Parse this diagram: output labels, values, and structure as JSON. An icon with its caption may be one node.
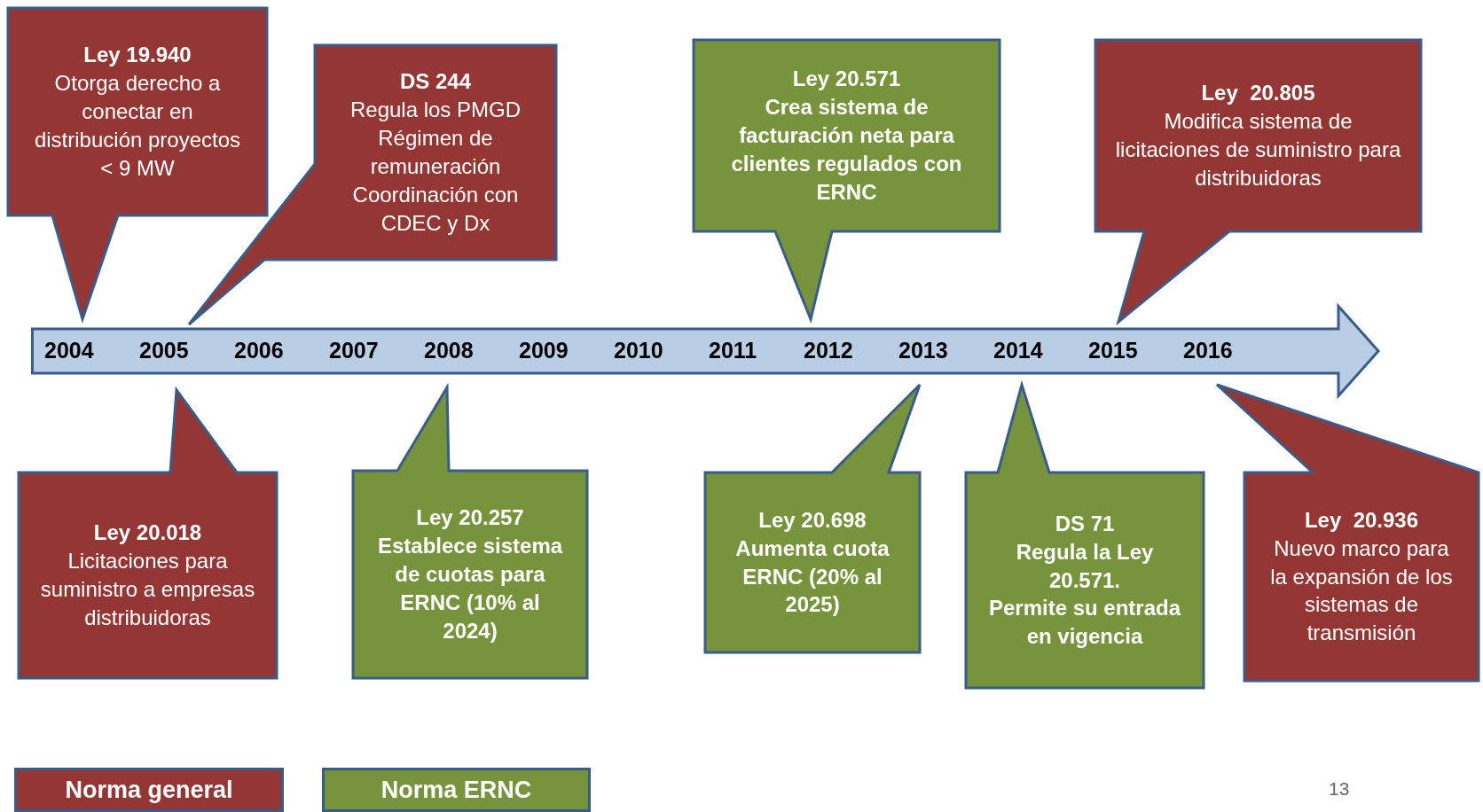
{
  "diagram": {
    "nodes": [
      {
        "text": [
          "Ley 19.940",
          "Otorga derecho a conectar en distribución proyectos < 9 MW"
        ]
      },
      {
        "text": [
          "DS 244",
          "Regula los PMGD",
          "Régimen de remuneración",
          "Coordinación con CDEC y Dx"
        ]
      },
      {
        "text": [
          "Ley 20.571",
          "Crea sistema de facturación neta para clientes regulados con ERNC"
        ]
      },
      {
        "text": [
          "Ley  20.805",
          "Modifica sistema de licitaciones de suministro para distribuidoras"
        ]
      },
      {
        "text": [
          "2004",
          "2005",
          "2006",
          "2007",
          "2008",
          "2009",
          "2010",
          "2011",
          "2012",
          "2013",
          "2014",
          "2015",
          "2016"
        ]
      },
      {
        "text": [
          "Ley 20.018",
          "Licitaciones para suministro a empresas distribuidoras"
        ]
      },
      {
        "text": [
          "Ley 20.257",
          "Establece sistema de cuotas para ERNC (10% al 2024)"
        ]
      },
      {
        "text": [
          "Ley 20.698",
          "Aumenta cuota ERNC (20% al 2025)"
        ]
      },
      {
        "text": [
          "DS 71",
          "Regula la Ley 20.571.",
          "Permite su entrada en vigencia"
        ]
      },
      {
        "text": [
          "Ley  20.936",
          "Nuevo marco para la expansión de los sistemas de transmisión"
        ]
      }
    ],
    "edges": [],
    "labels": [
      "13"
    ],
    "legend": [
      {
        "text": "Norma general",
        "color": "#943634"
      },
      {
        "text": "Norma ERNC",
        "color": "#77933c"
      }
    ]
  }
}
